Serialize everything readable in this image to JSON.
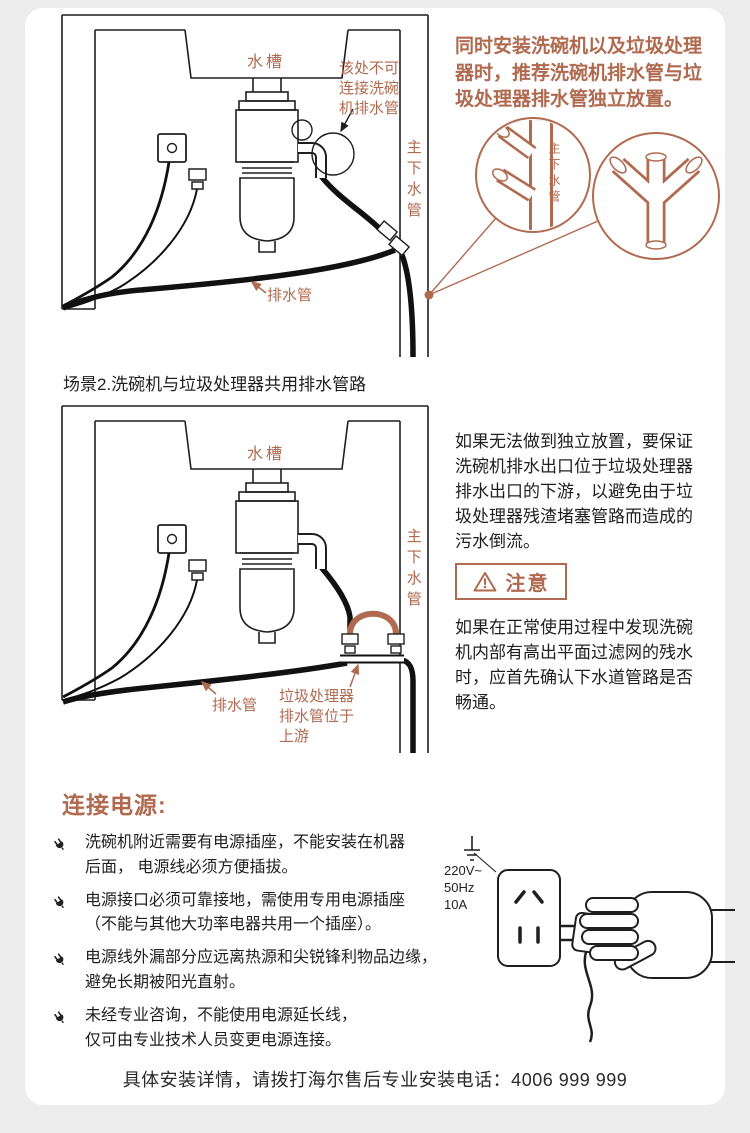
{
  "theme": {
    "accent": "#b06a4f",
    "ink": "#1f1f1f",
    "card_bg": "#ffffff",
    "page_bg": "#ededed"
  },
  "scene1": {
    "sink_label": "水槽",
    "no_connect_note": "该处不可\n连接洗碗\n机排水管",
    "main_drain_label": "主下水管",
    "drain_hose_label": "排水管",
    "intro_text": "同时安装洗碗机以及垃圾处理器时，推荐洗碗机排水管与垃圾处理器排水管独立放置。",
    "fitting_detail_label": "主下水管"
  },
  "scene2": {
    "caption": "场景2.洗碗机与垃圾处理器共用排水管路",
    "sink_label": "水槽",
    "main_drain_label": "主下水管",
    "drain_hose_label": "排水管",
    "upstream_note": "垃圾处理器\n排水管位于\n上游",
    "description": "如果无法做到独立放置，要保证洗碗机排水出口位于垃圾处理器排水出口的下游，以避免由于垃圾处理器残渣堵塞管路而造成的污水倒流。",
    "notice_title": "注意",
    "notice_body": "如果在正常使用过程中发现洗碗机内部有高出平面过滤网的残水时，应首先确认下水道管路是否畅通。"
  },
  "power": {
    "title": "连接电源:",
    "bullets": [
      "洗碗机附近需要有电源插座，不能安装在机器\n后面， 电源线必须方便插拔。",
      "电源接口必须可靠接地，需使用专用电源插座\n（不能与其他大功率电器共用一个插座）。",
      "电源线外漏部分应远离热源和尖锐锋利物品边缘，\n避免长期被阳光直射。",
      "未经专业咨询，不能使用电源延长线，\n仅可由专业技术人员变更电源连接。"
    ],
    "outlet_voltage": "220V~",
    "outlet_freq": "50Hz",
    "outlet_current": "10A"
  },
  "footer": {
    "hotline": "具体安装详情，请拨打海尔售后专业安装电话：4006 999 999"
  }
}
